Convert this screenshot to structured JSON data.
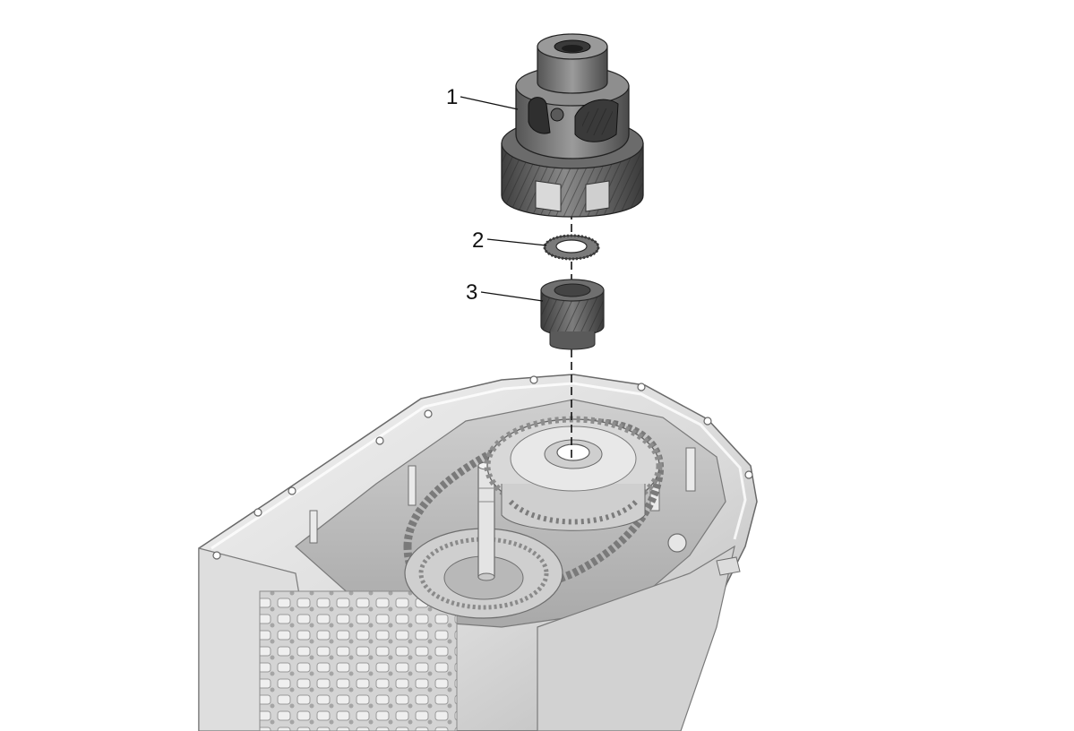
{
  "callouts": [
    {
      "label": "1",
      "part": "differential-case"
    },
    {
      "label": "2",
      "part": "thrust-washer"
    },
    {
      "label": "3",
      "part": "helical-gear"
    }
  ],
  "colors": {
    "part_dark": "#4a4a4a",
    "part_mid": "#6e6e6e",
    "part_light": "#9a9a9a",
    "housing_light": "#e9e9e9",
    "housing_mid": "#cfcfcf",
    "housing_dark": "#9c9c9c",
    "ink": "#111111"
  }
}
